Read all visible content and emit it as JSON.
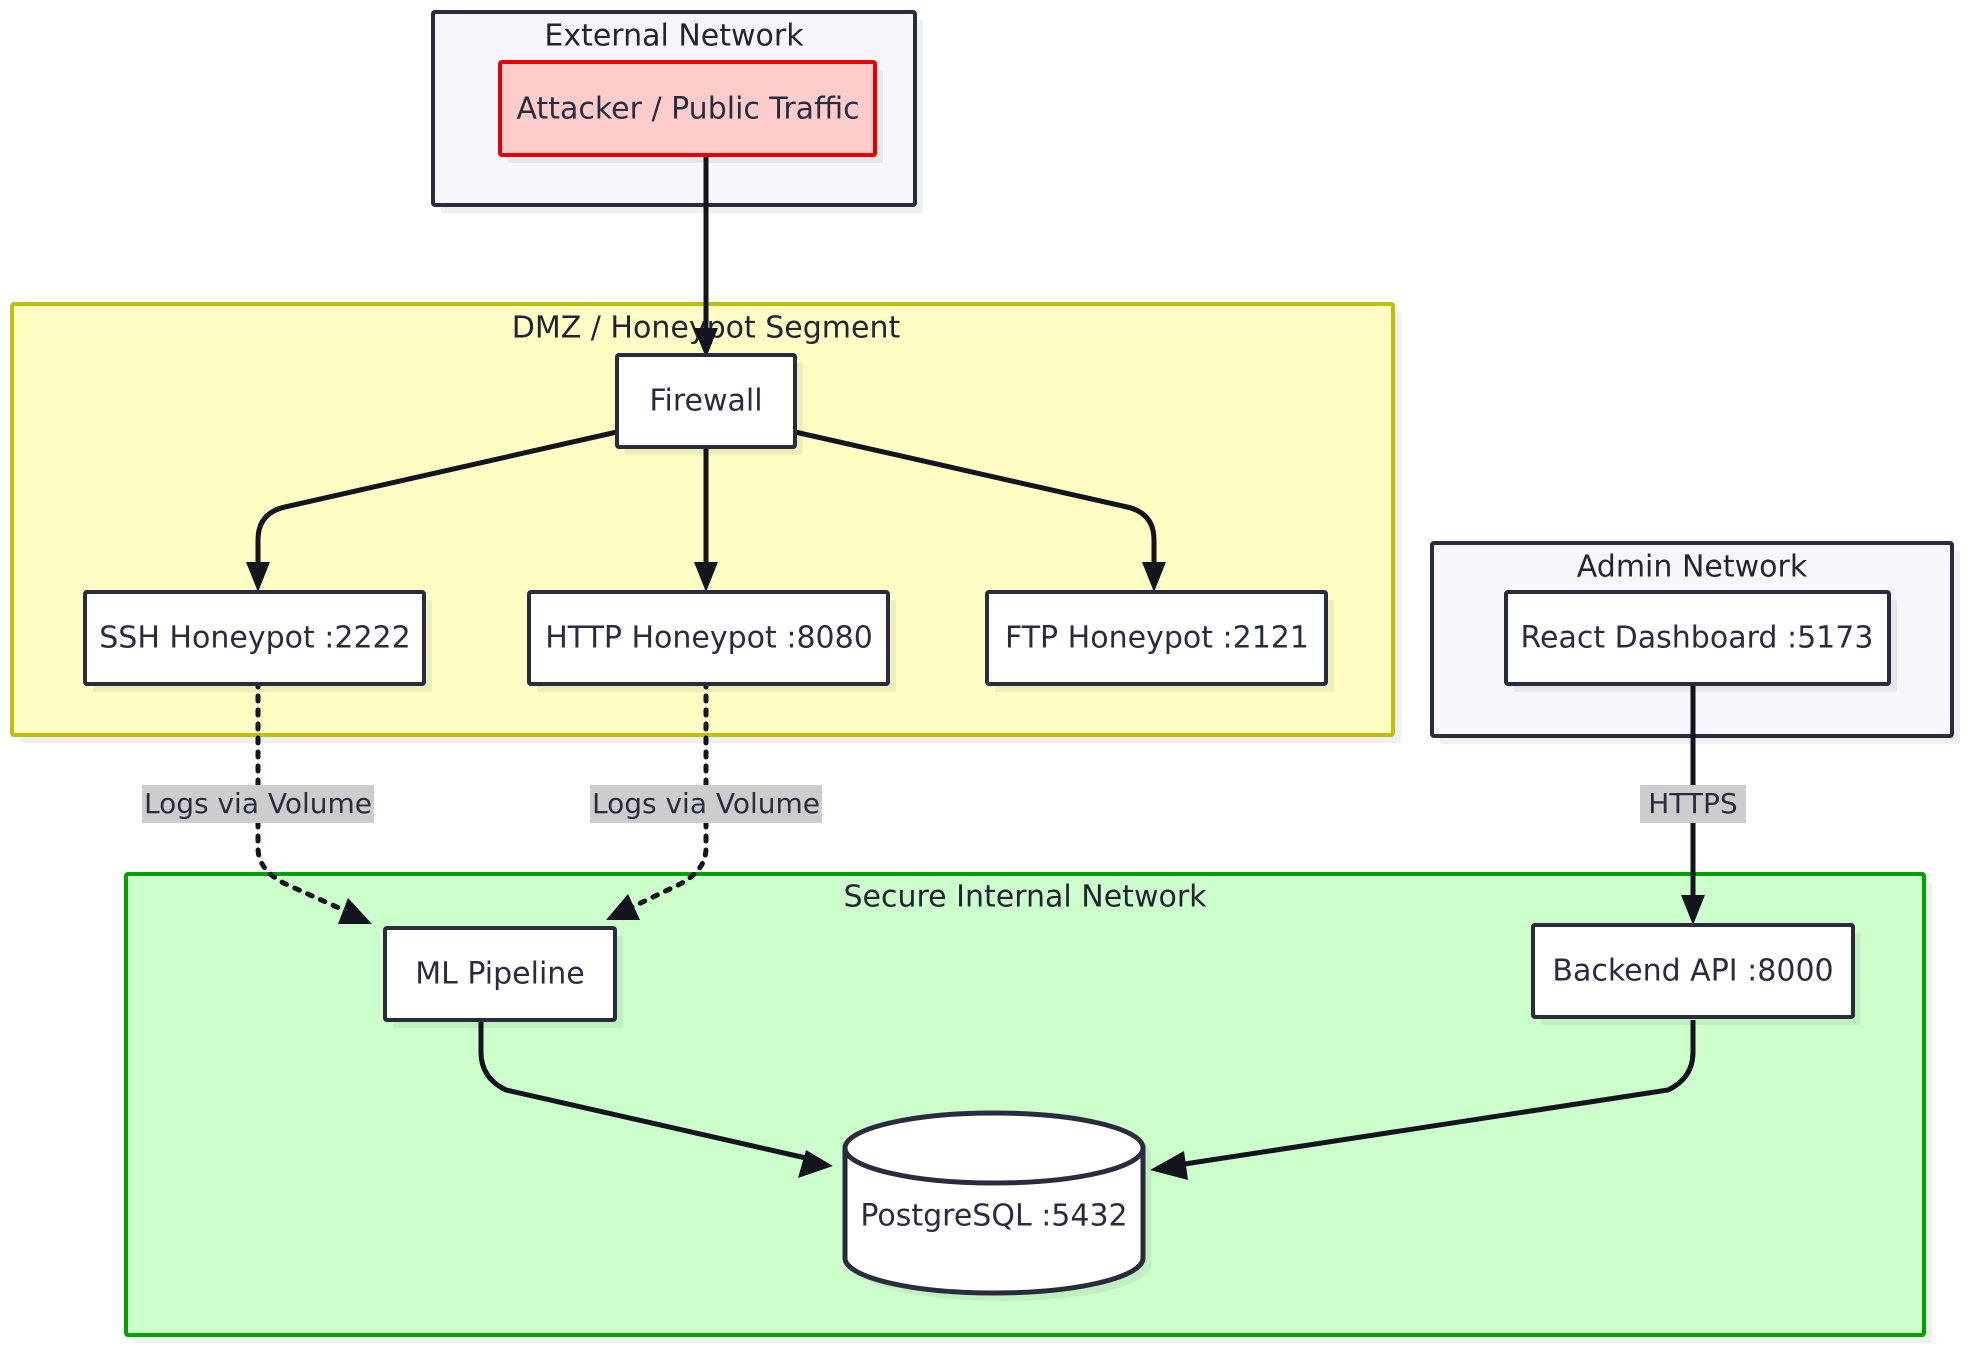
{
  "diagram": {
    "title": "Honeypot Network Architecture",
    "type": "network-architecture-flowchart",
    "background": "#ffffff"
  },
  "palette": {
    "node_fill": "#ffffff",
    "node_stroke": "#2b2b40",
    "external_cluster_fill": "#f6f7fa",
    "external_cluster_stroke": "#2b2b40",
    "dmz_cluster_fill": "#fdfdc4",
    "dmz_cluster_stroke": "#bfbf10",
    "secure_cluster_fill": "#ccffcc",
    "secure_cluster_stroke": "#00a000",
    "attacker_fill": "#ffcccc",
    "attacker_stroke": "#e50000",
    "edge_stroke": "#14141f",
    "edge_label_bg": "#cdcdcd",
    "text": "#2b2b40"
  },
  "clusters": [
    {
      "id": "external",
      "label": "External Network"
    },
    {
      "id": "dmz",
      "label": "DMZ / Honeypot Segment"
    },
    {
      "id": "admin",
      "label": "Admin Network"
    },
    {
      "id": "secure",
      "label": "Secure Internal Network"
    }
  ],
  "nodes": [
    {
      "id": "attacker",
      "label": "Attacker / Public Traffic",
      "cluster": "external",
      "shape": "rect"
    },
    {
      "id": "firewall",
      "label": "Firewall",
      "cluster": "dmz",
      "shape": "rect"
    },
    {
      "id": "ssh",
      "label": "SSH Honeypot :2222",
      "cluster": "dmz",
      "shape": "rect"
    },
    {
      "id": "http",
      "label": "HTTP Honeypot :8080",
      "cluster": "dmz",
      "shape": "rect"
    },
    {
      "id": "ftp",
      "label": "FTP Honeypot :2121",
      "cluster": "dmz",
      "shape": "rect"
    },
    {
      "id": "dashboard",
      "label": "React Dashboard :5173",
      "cluster": "admin",
      "shape": "rect"
    },
    {
      "id": "ml",
      "label": "ML Pipeline",
      "cluster": "secure",
      "shape": "rect"
    },
    {
      "id": "api",
      "label": "Backend API :8000",
      "cluster": "secure",
      "shape": "rect"
    },
    {
      "id": "db",
      "label": "PostgreSQL :5432",
      "cluster": "secure",
      "shape": "cylinder"
    }
  ],
  "edges": [
    {
      "id": "e1",
      "from": "attacker",
      "to": "firewall",
      "style": "solid",
      "label": ""
    },
    {
      "id": "e2",
      "from": "firewall",
      "to": "ssh",
      "style": "solid",
      "label": ""
    },
    {
      "id": "e3",
      "from": "firewall",
      "to": "http",
      "style": "solid",
      "label": ""
    },
    {
      "id": "e4",
      "from": "firewall",
      "to": "ftp",
      "style": "solid",
      "label": ""
    },
    {
      "id": "e5",
      "from": "ssh",
      "to": "ml",
      "style": "dotted",
      "label": "Logs via Volume"
    },
    {
      "id": "e6",
      "from": "http",
      "to": "ml",
      "style": "dotted",
      "label": "Logs via Volume"
    },
    {
      "id": "e7",
      "from": "dashboard",
      "to": "api",
      "style": "solid",
      "label": "HTTPS"
    },
    {
      "id": "e8",
      "from": "ml",
      "to": "db",
      "style": "solid",
      "label": ""
    },
    {
      "id": "e9",
      "from": "api",
      "to": "db",
      "style": "solid",
      "label": ""
    }
  ],
  "labels": {
    "cluster_external": "External Network",
    "cluster_dmz": "DMZ / Honeypot Segment",
    "cluster_admin": "Admin Network",
    "cluster_secure": "Secure Internal Network",
    "node_attacker": "Attacker / Public Traffic",
    "node_firewall": "Firewall",
    "node_ssh": "SSH Honeypot :2222",
    "node_http": "HTTP Honeypot :8080",
    "node_ftp": "FTP Honeypot :2121",
    "node_dashboard": "React Dashboard :5173",
    "node_ml": "ML Pipeline",
    "node_api": "Backend API :8000",
    "node_db": "PostgreSQL :5432",
    "edge_logs_1": "Logs via Volume",
    "edge_logs_2": "Logs via Volume",
    "edge_https": "HTTPS"
  }
}
